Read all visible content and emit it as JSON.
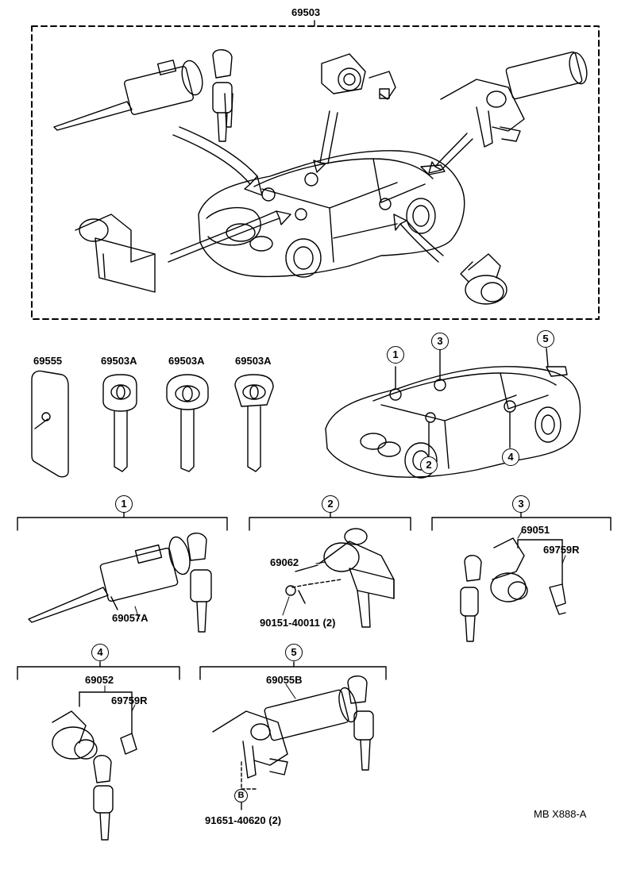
{
  "labels": {
    "assy": "69503",
    "card": "69555",
    "key1": "69503A",
    "key2": "69503A",
    "key3": "69503A",
    "ign": "69057A",
    "glove": "69062",
    "glove_screw": "90151-40011 (2)",
    "door_cyl": "69051",
    "door_clip": "69759R",
    "door_cyl_l": "69052",
    "door_clip_l": "69759R",
    "trunk": "69055B",
    "trunk_screw": "91651-40620 (2)",
    "bolt_mark": "B",
    "figure_code": "MB X888-A"
  },
  "callouts": {
    "c1": "1",
    "c2": "2",
    "c3": "3",
    "c4": "4",
    "c5": "5"
  },
  "sections": {
    "s1": "1",
    "s2": "2",
    "s3": "3",
    "s4": "4",
    "s5": "5"
  },
  "colors": {
    "ink": "#000000",
    "paper": "#ffffff"
  }
}
